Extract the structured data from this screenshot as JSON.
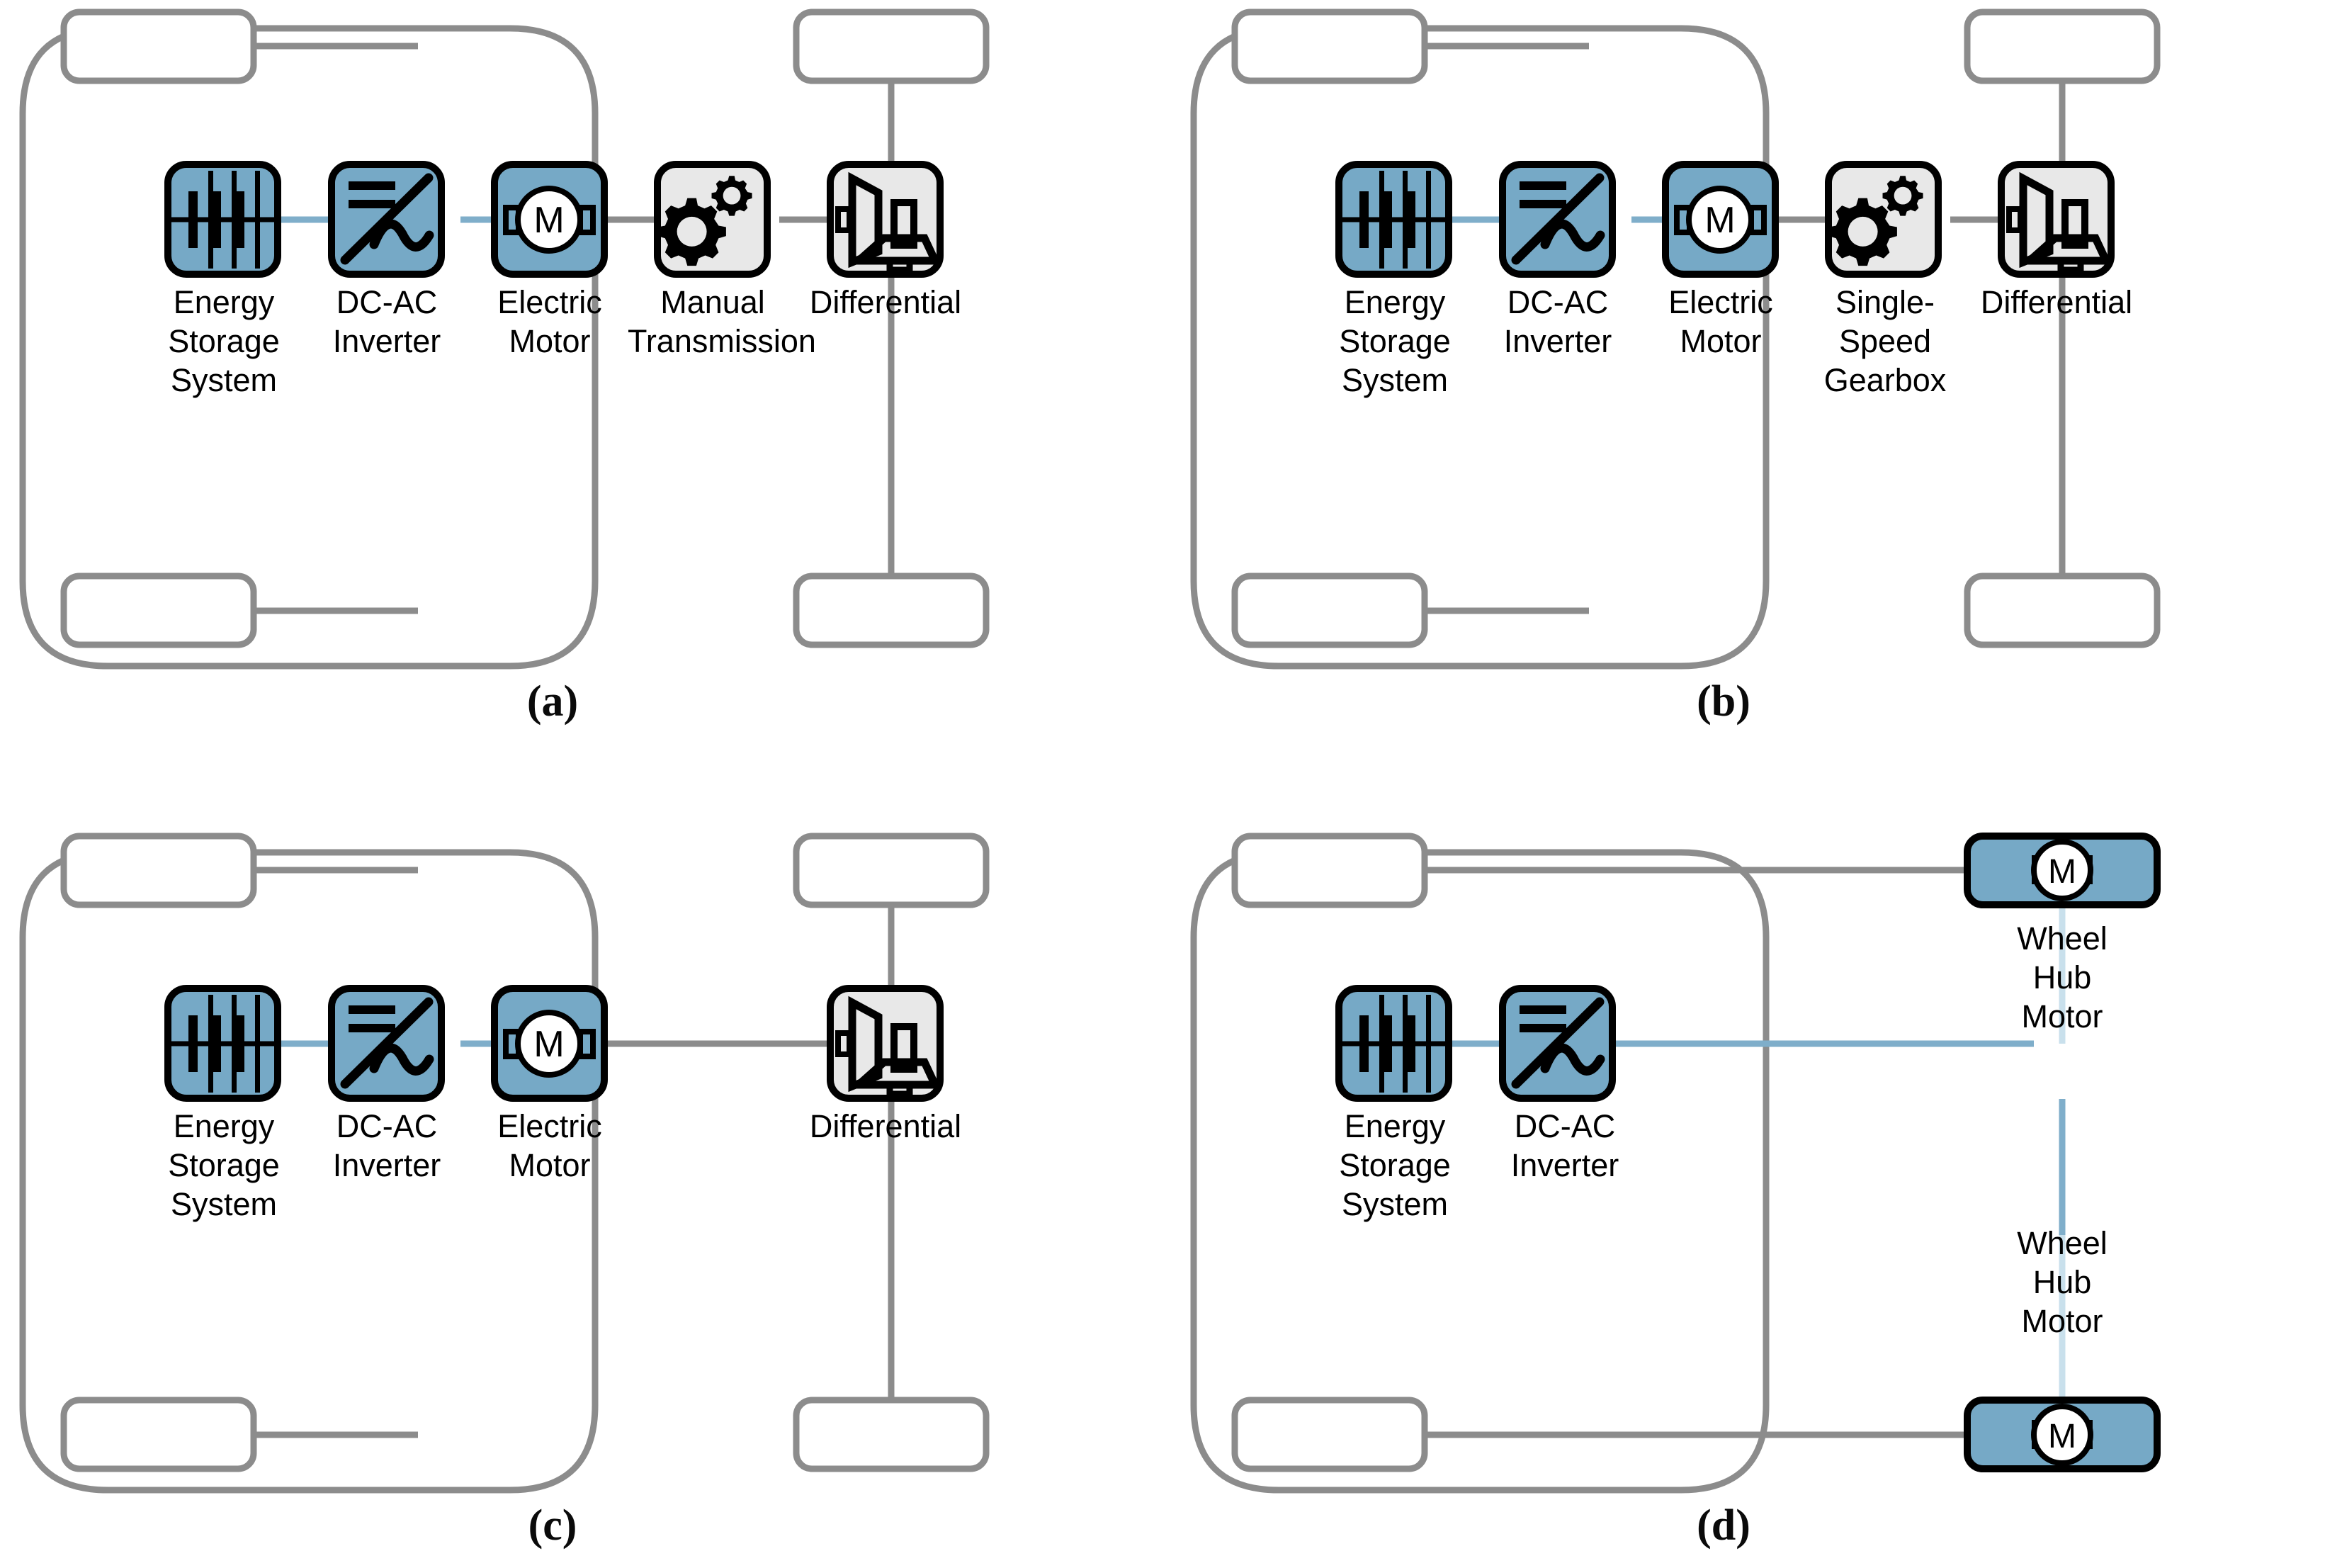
{
  "figure": {
    "title": "Electric vehicle powertrain configurations",
    "accent_blue": "#76A9C6",
    "accent_grey": "#E8E8E8",
    "chassis_grey": "#8C8C8C",
    "elec_link_color": "#7FAECA",
    "mech_link_color": "#8C8C8C"
  },
  "panels": [
    {
      "caption": "(a)",
      "id": "panel-a",
      "components": [
        {
          "key": "ess",
          "icon": "battery-icon",
          "label": "Energy\nStorage\nSystem",
          "style": "blue"
        },
        {
          "key": "inverter",
          "icon": "inverter-icon",
          "label": "DC-AC\nInverter",
          "style": "blue"
        },
        {
          "key": "motor",
          "icon": "motor-icon",
          "label": "Electric\nMotor",
          "style": "blue"
        },
        {
          "key": "transmission",
          "icon": "gears-icon",
          "label": "Manual\nTransmission",
          "style": "grey"
        },
        {
          "key": "differential",
          "icon": "differential-icon",
          "label": "Differential",
          "style": "grey"
        }
      ]
    },
    {
      "caption": "(b)",
      "id": "panel-b",
      "components": [
        {
          "key": "ess",
          "icon": "battery-icon",
          "label": "Energy\nStorage\nSystem",
          "style": "blue"
        },
        {
          "key": "inverter",
          "icon": "inverter-icon",
          "label": "DC-AC\nInverter",
          "style": "blue"
        },
        {
          "key": "motor",
          "icon": "motor-icon",
          "label": "Electric\nMotor",
          "style": "blue"
        },
        {
          "key": "gearbox",
          "icon": "gears-icon",
          "label": "Single-\nSpeed\nGearbox",
          "style": "grey"
        },
        {
          "key": "differential",
          "icon": "differential-icon",
          "label": "Differential",
          "style": "grey"
        }
      ]
    },
    {
      "caption": "(c)",
      "id": "panel-c",
      "components": [
        {
          "key": "ess",
          "icon": "battery-icon",
          "label": "Energy\nStorage\nSystem",
          "style": "blue"
        },
        {
          "key": "inverter",
          "icon": "inverter-icon",
          "label": "DC-AC\nInverter",
          "style": "blue"
        },
        {
          "key": "motor",
          "icon": "motor-icon",
          "label": "Electric\nMotor",
          "style": "blue"
        },
        {
          "key": "differential",
          "icon": "differential-icon",
          "label": "Differential",
          "style": "grey"
        }
      ]
    },
    {
      "caption": "(d)",
      "id": "panel-d",
      "components": [
        {
          "key": "ess",
          "icon": "battery-icon",
          "label": "Energy\nStorage\nSystem",
          "style": "blue"
        },
        {
          "key": "inverter",
          "icon": "inverter-icon",
          "label": "DC-AC\nInverter",
          "style": "blue"
        },
        {
          "key": "hub-front",
          "icon": "motor-icon",
          "label": "Wheel\nHub\nMotor",
          "style": "blue"
        },
        {
          "key": "hub-rear",
          "icon": "motor-icon",
          "label": "Wheel\nHub\nMotor",
          "style": "blue"
        }
      ]
    }
  ]
}
